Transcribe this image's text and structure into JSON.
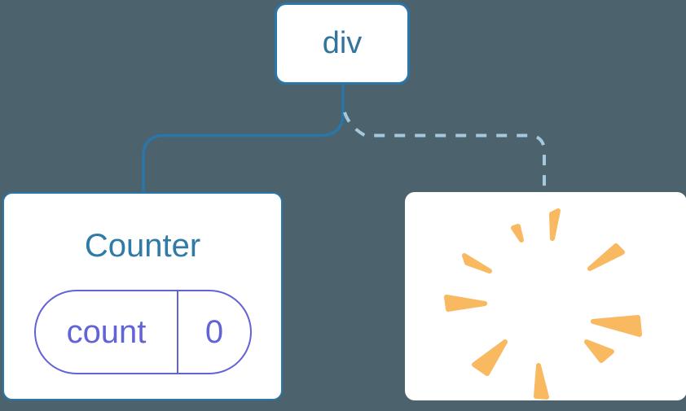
{
  "diagram": {
    "root_node": {
      "label": "div"
    },
    "counter_card": {
      "title": "Counter",
      "state_pill": {
        "name": "count",
        "value": "0"
      }
    },
    "removed_card": {
      "icon": "poof-icon"
    },
    "connections": [
      {
        "from": "div",
        "to": "Counter",
        "style": "solid"
      },
      {
        "from": "div",
        "to": "removed-node",
        "style": "dashed"
      }
    ]
  },
  "colors": {
    "canvas_bg": "#4c636e",
    "card_bg": "#ffffff",
    "node_border": "#2a76a8",
    "node_text": "#33749f",
    "counter_title": "#2f7aa6",
    "state_accent": "#6263d6",
    "solid_link": "#2a76a8",
    "dashed_link": "#a6c8de",
    "spark": "#f8b960"
  }
}
